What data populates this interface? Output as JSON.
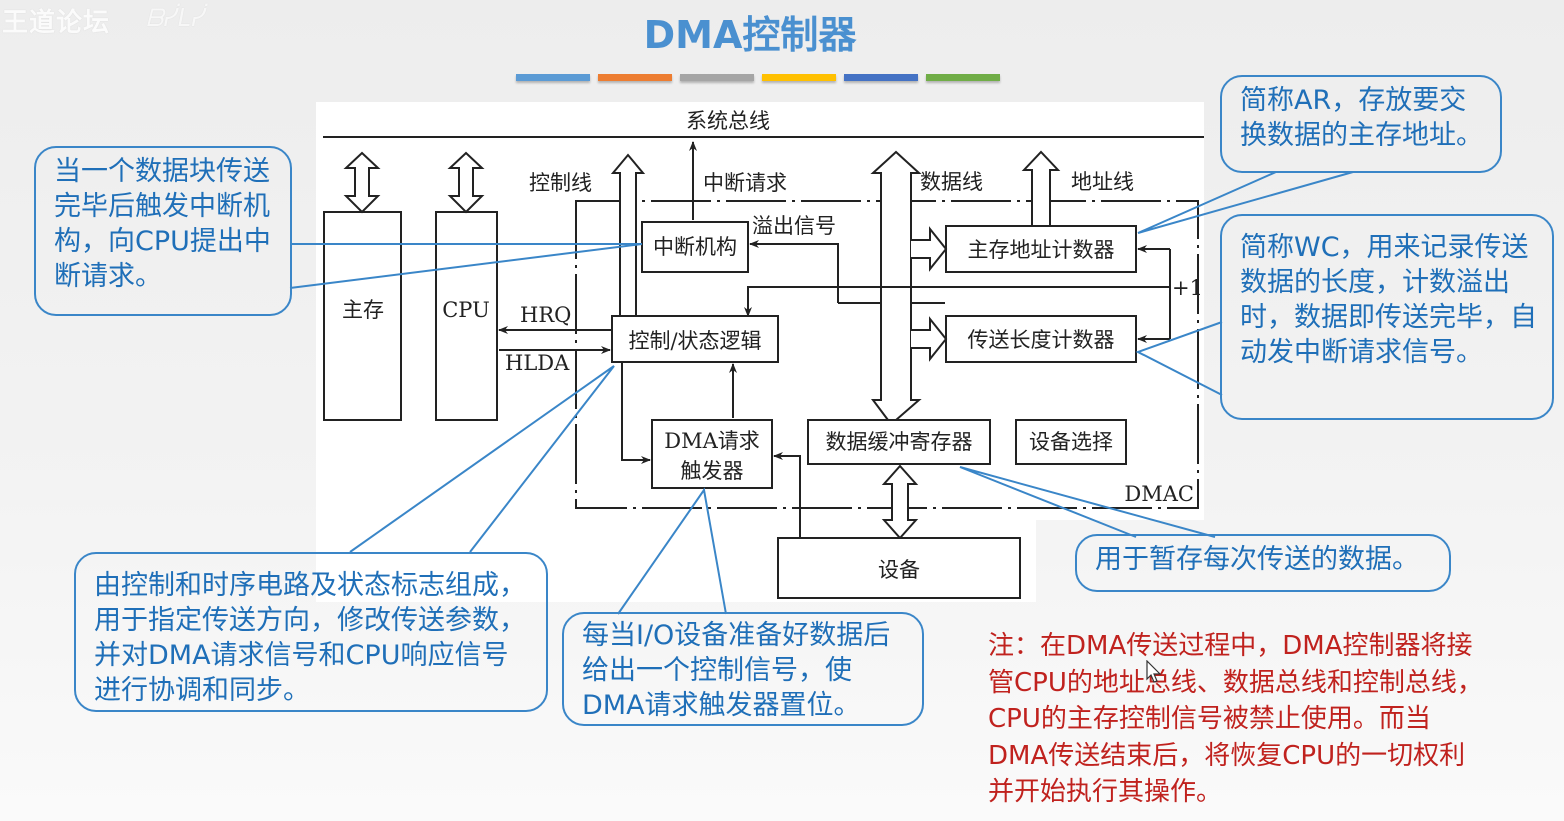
{
  "watermark": {
    "text": "王道论坛",
    "logo": "bilibili"
  },
  "title": "DMA控制器",
  "accent_bars": [
    "#5b9bd5",
    "#ed7d31",
    "#a5a5a5",
    "#ffc000",
    "#4472c4",
    "#70ad47"
  ],
  "diagram": {
    "system_bus": "系统总线",
    "memory": "主存",
    "cpu": "CPU",
    "hrq": "HRQ",
    "hlda": "HLDA",
    "control_line": "控制线",
    "interrupt_request": "中断请求",
    "data_line": "数据线",
    "address_line": "地址线",
    "overflow_signal": "溢出信号",
    "interrupt_unit": "中断机构",
    "control_logic": "控制/状态逻辑",
    "ar": "主存地址计数器",
    "wc": "传送长度计数器",
    "plus_one": "+1",
    "dma_trigger_line1": "DMA请求",
    "dma_trigger_line2": "触发器",
    "data_buffer": "数据缓冲寄存器",
    "device_select": "设备选择",
    "dmac": "DMAC",
    "device": "设备"
  },
  "callouts": {
    "interrupt": "当一个数据块传送完毕后触发中断机构，向CPU提出中断请求。",
    "ar": "简称AR，存放要交换数据的主存地址。",
    "wc": "简称WC，用来记录传送数据的长度，计数溢出时，数据即传送完毕，自动发中断请求信号。",
    "control_logic": "由控制和时序电路及状态标志组成，用于指定传送方向，修改传送参数，并对DMA请求信号和CPU响应信号进行协调和同步。",
    "trigger": "每当I/O设备准备好数据后给出一个控制信号，使DMA请求触发器置位。",
    "buffer": "用于暂存每次传送的数据。"
  },
  "note": "注：在DMA传送过程中，DMA控制器将接管CPU的地址总线、数据总线和控制总线，CPU的主存控制信号被禁止使用。而当DMA传送结束后，将恢复CPU的一切权利并开始执行其操作。",
  "colors": {
    "title": "#4a90d0",
    "callout": "#1f6fb8",
    "note": "#c0221e"
  }
}
